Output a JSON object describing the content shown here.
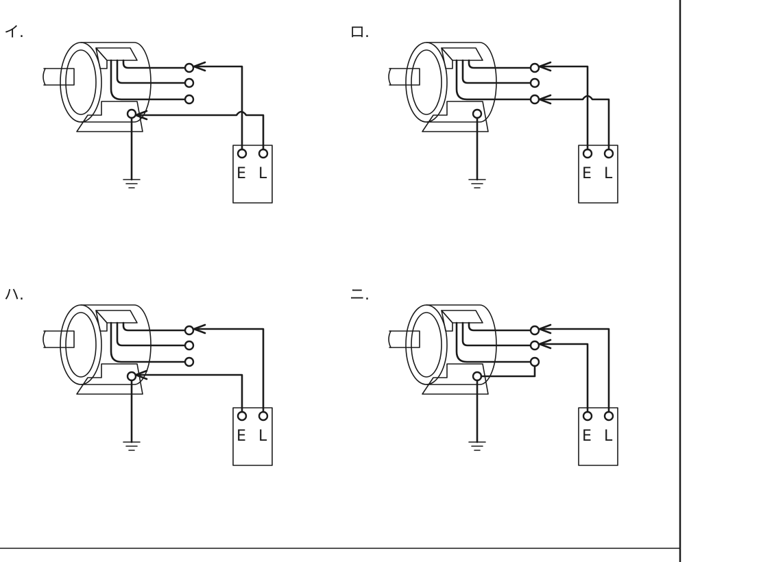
{
  "options": [
    {
      "label": "イ.",
      "variant": "i"
    },
    {
      "label": "ロ.",
      "variant": "ro"
    },
    {
      "label": "ハ.",
      "variant": "ha"
    },
    {
      "label": "ニ.",
      "variant": "ni"
    }
  ],
  "tester": {
    "terminal_e": "E",
    "terminal_l": "L"
  }
}
